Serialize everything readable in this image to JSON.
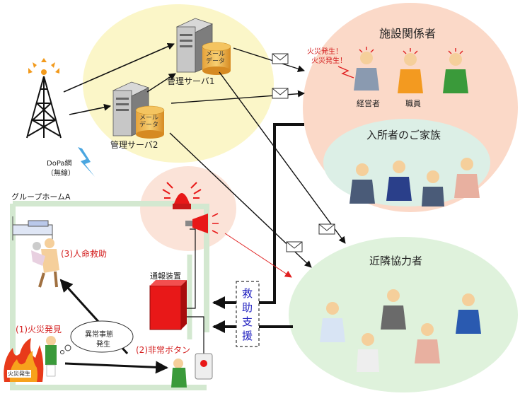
{
  "servers": {
    "server1_label": "管理サーバ1",
    "server2_label": "管理サーバ2",
    "db_label": "メール\nデータ"
  },
  "antenna": {
    "network_label": "DoPa網",
    "network_sub": "（無線）"
  },
  "facility": {
    "title": "施設関係者",
    "fire_alert": [
      "火災発生！",
      "火災発生！"
    ],
    "manager_label": "経営者",
    "staff_label": "職員"
  },
  "family": {
    "title": "入所者のご家族"
  },
  "neighbors": {
    "title": "近隣協力者"
  },
  "home": {
    "label": "グループホームA"
  },
  "device": {
    "label": "通報装置"
  },
  "rescue": {
    "chars": [
      "救",
      "助",
      "支",
      "援"
    ]
  },
  "steps": {
    "step1": "(1)火災発見",
    "step2": "(2)非常ボタン",
    "step3": "(3)人命救助"
  },
  "bubble": {
    "line1": "異常事態",
    "line2": "発生"
  },
  "fire": {
    "label": "火災発生"
  },
  "colors": {
    "server_circle": "#fbf6c8",
    "facility_circle": "#fbd9c8",
    "family_circle": "#dcefe6",
    "neighbor_circle": "#dff2dc",
    "alarm_circle": "#fbe3d8",
    "route": "#cfe6cf",
    "alarm_red": "#e81818"
  }
}
